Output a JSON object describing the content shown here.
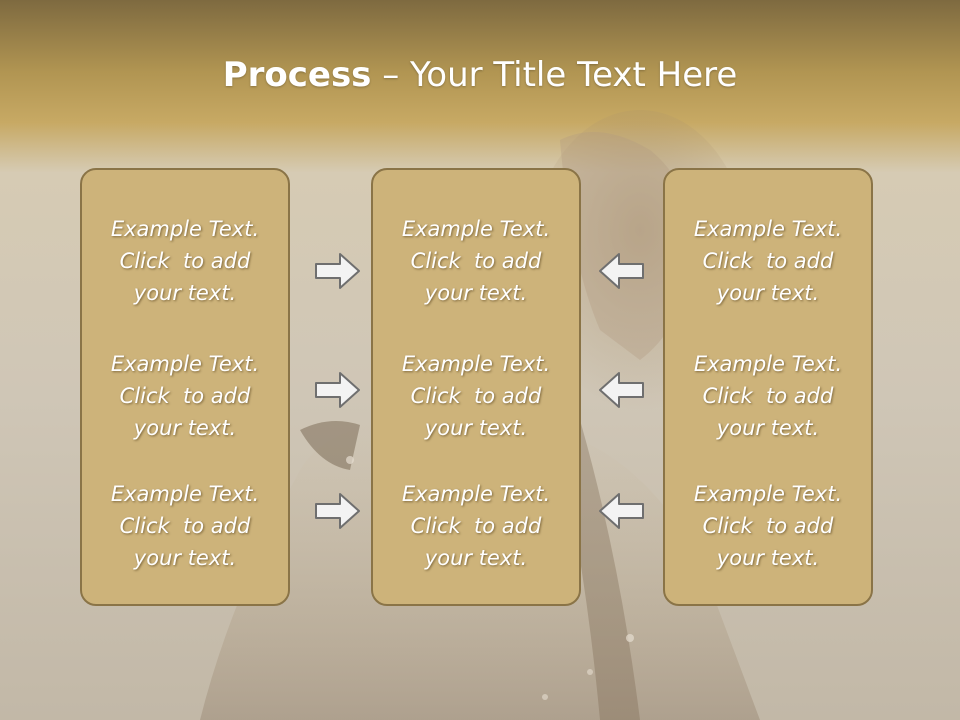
{
  "slide": {
    "title": {
      "bold": "Process",
      "rest": " – Your Title Text Here"
    },
    "panels": [
      {
        "items": [
          {
            "line1": "Example Text.",
            "line2": "Click  to add",
            "line3": "your text."
          },
          {
            "line1": "Example Text.",
            "line2": "Click  to add",
            "line3": "your text."
          },
          {
            "line1": "Example Text.",
            "line2": "Click  to add",
            "line3": "your text."
          }
        ]
      },
      {
        "items": [
          {
            "line1": "Example Text.",
            "line2": "Click  to add",
            "line3": "your text."
          },
          {
            "line1": "Example Text.",
            "line2": "Click  to add",
            "line3": "your text."
          },
          {
            "line1": "Example Text.",
            "line2": "Click  to add",
            "line3": "your text."
          }
        ]
      },
      {
        "items": [
          {
            "line1": "Example Text.",
            "line2": "Click  to add",
            "line3": "your text."
          },
          {
            "line1": "Example Text.",
            "line2": "Click  to add",
            "line3": "your text."
          },
          {
            "line1": "Example Text.",
            "line2": "Click  to add",
            "line3": "your text."
          }
        ]
      }
    ],
    "arrows": {
      "left_column": "arrow-right-icon",
      "right_column": "arrow-left-icon"
    },
    "colors": {
      "panel_fill": "#cdb37a",
      "panel_border": "#8a7447",
      "header_gold": "#b19552",
      "text": "#ffffff"
    }
  }
}
